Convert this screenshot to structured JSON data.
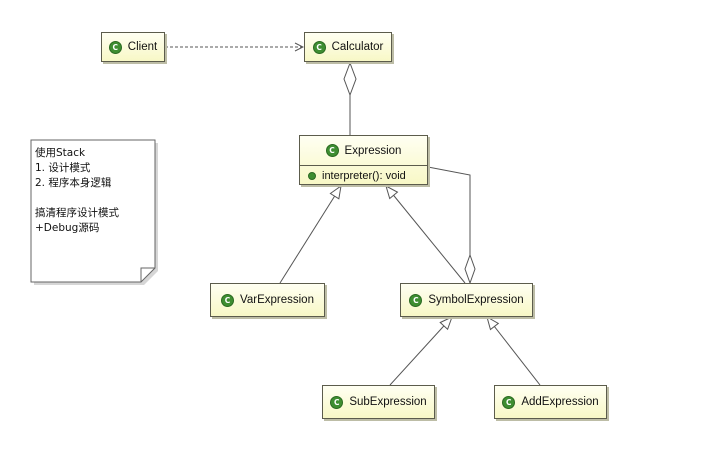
{
  "icons": {
    "class": {
      "name": "class-icon",
      "letter": "C"
    },
    "method": {
      "name": "public-method-icon"
    }
  },
  "classes": {
    "client": {
      "name": "Client"
    },
    "calculator": {
      "name": "Calculator"
    },
    "expression": {
      "name": "Expression",
      "methods": [
        {
          "signature": "interpreter(): void"
        }
      ]
    },
    "var_expression": {
      "name": "VarExpression"
    },
    "symbol_expression": {
      "name": "SymbolExpression"
    },
    "sub_expression": {
      "name": "SubExpression"
    },
    "add_expression": {
      "name": "AddExpression"
    }
  },
  "note": {
    "lines": [
      "使用Stack",
      "1. 设计模式",
      "2. 程序本身逻辑",
      "搞清程序设计模式",
      "+Debug源码"
    ]
  },
  "colors": {
    "class_fill": "#f8f8c6",
    "class_border": "#5c5c4c",
    "icon_green": "#3e8e31",
    "edge": "#555555",
    "background": "#ffffff"
  }
}
